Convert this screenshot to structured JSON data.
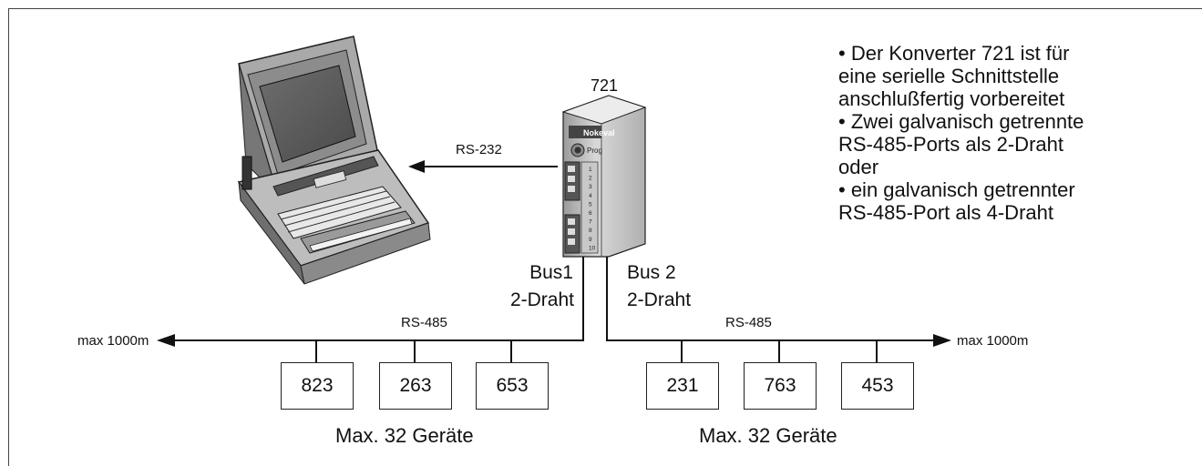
{
  "converter": {
    "model": "721",
    "brand": "Nokeval",
    "prog_label": "Prog",
    "terminal_numbers": [
      "1",
      "2",
      "3",
      "4",
      "5",
      "6",
      "7",
      "8",
      "9",
      "10"
    ]
  },
  "links": {
    "pc": "RS-232",
    "bus1": {
      "name": "Bus1",
      "type": "2-Draht",
      "protocol": "RS-485",
      "range": "max 1000m"
    },
    "bus2": {
      "name": "Bus 2",
      "type": "2-Draht",
      "protocol": "RS-485",
      "range": "max 1000m"
    }
  },
  "devices": {
    "bus1": [
      "823",
      "263",
      "653"
    ],
    "bus2": [
      "231",
      "763",
      "453"
    ]
  },
  "captions": {
    "bus1": "Max. 32 Geräte",
    "bus2": "Max. 32 Geräte"
  },
  "features": [
    "• Der Konverter 721 ist für",
    "eine serielle Schnittstelle",
    "anschlußfertig vorbereitet",
    "• Zwei galvanisch getrennte",
    "RS-485-Ports als 2-Draht",
    "oder",
    "• ein galvanisch getrennter",
    "RS-485-Port als 4-Draht"
  ]
}
